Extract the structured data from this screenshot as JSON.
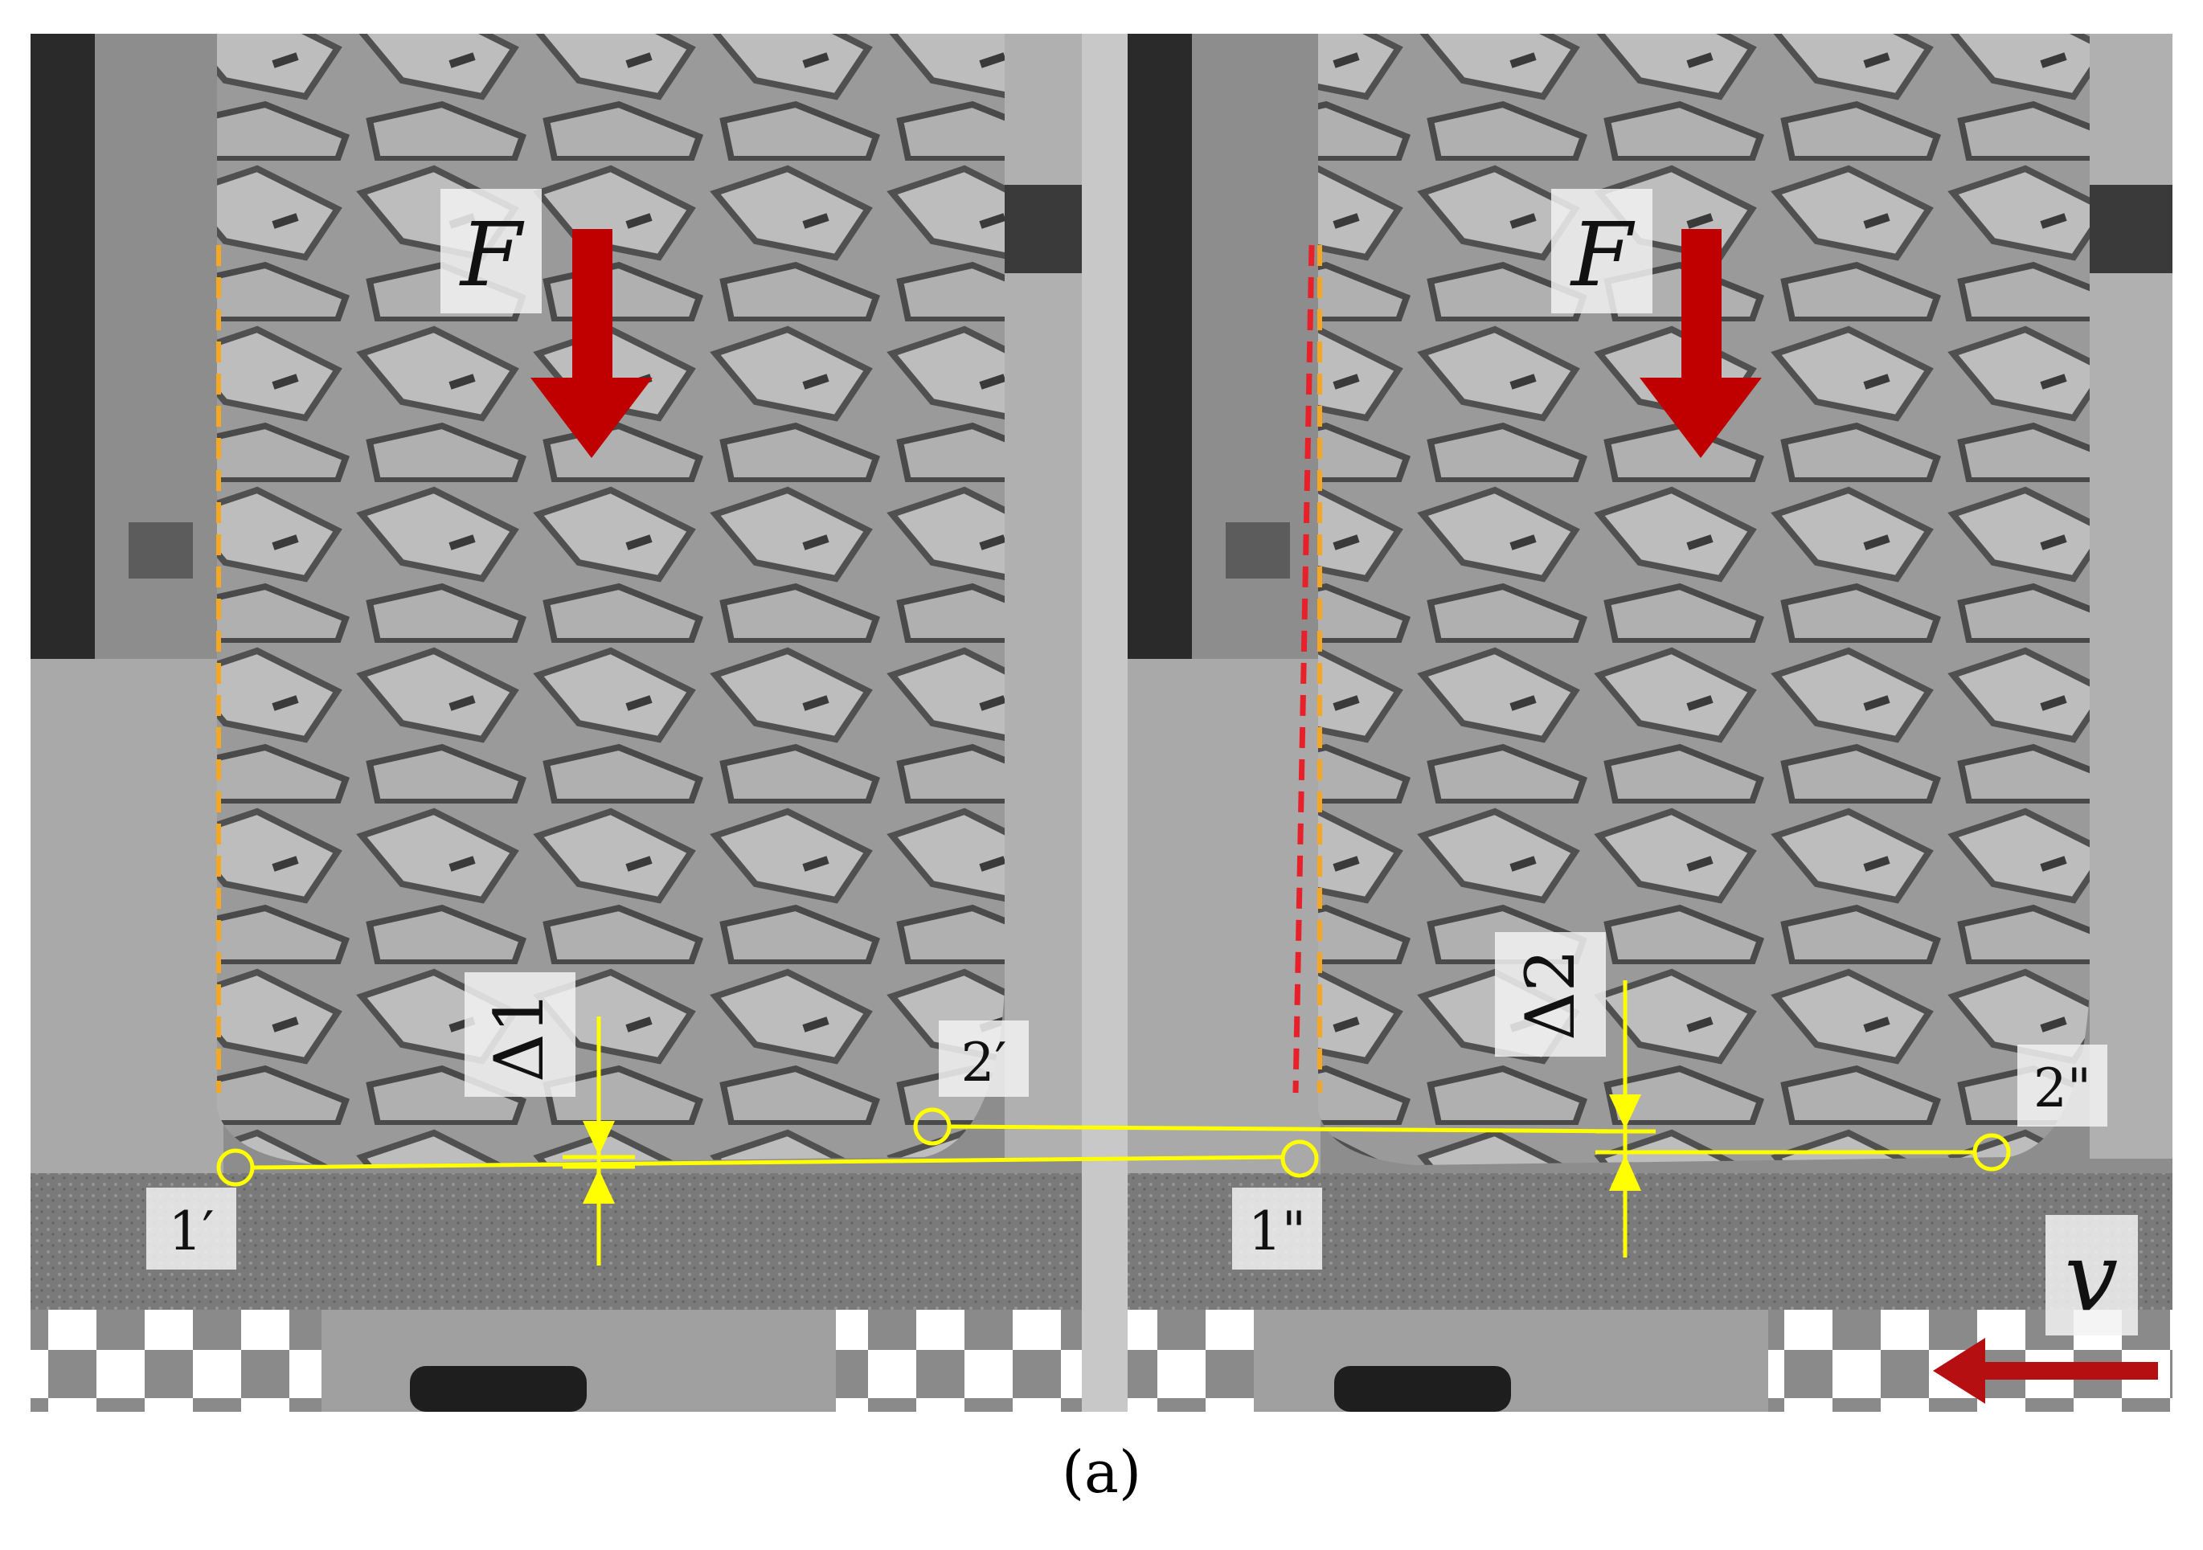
{
  "labels": {
    "force_left": "F",
    "force_right": "F",
    "point_1_prime": "1′",
    "point_2_prime": "2′",
    "point_1_dprime": "1\"",
    "point_2_dprime": "2\"",
    "delta_1": "Δ1",
    "delta_2": "Δ2",
    "velocity": "v"
  },
  "caption": "(a)",
  "colors": {
    "force_arrow": "#c00000",
    "velocity_arrow": "#b50f12",
    "measure_lines": "#ffff00",
    "dashed_left": "#f5a623",
    "dashed_right": "#e8202a",
    "separator": "#c8c8c8"
  },
  "icons": {
    "force": "down-arrow-icon",
    "velocity": "left-arrow-icon"
  }
}
